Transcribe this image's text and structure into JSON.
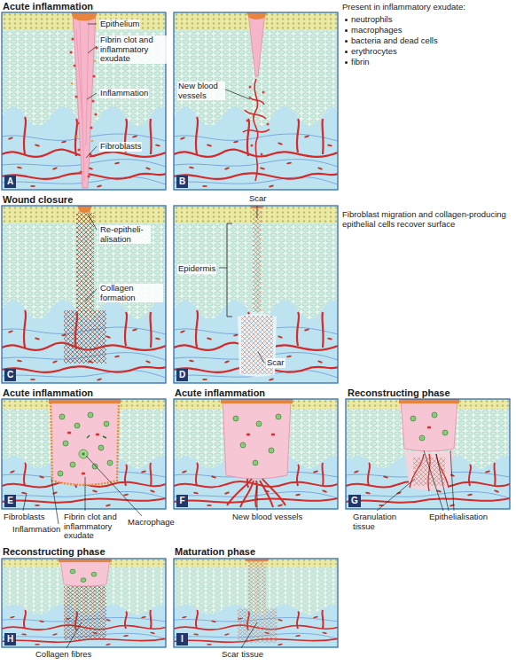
{
  "diagram": {
    "nodes": [
      {
        "text": [
          "A"
        ]
      },
      {
        "text": [
          "B"
        ]
      },
      {
        "text": [
          "C"
        ]
      },
      {
        "text": [
          "D"
        ]
      },
      {
        "text": [
          "E"
        ]
      },
      {
        "text": [
          "F"
        ]
      },
      {
        "text": [
          "G"
        ]
      },
      {
        "text": [
          "H"
        ]
      },
      {
        "text": [
          "I"
        ]
      }
    ],
    "labels": [
      "Acute inflammation",
      "Epithelium",
      "Fibrin clot and inflammatory exudate",
      "Inflammation",
      "Fibroblasts",
      "New blood vessels",
      "Present in inflammatory exudate:",
      "neutrophils",
      "macrophages",
      "bacteria and dead cells",
      "erythrocytes",
      "fibrin",
      "Wound closure",
      "Re-epitheli-alisation",
      "Collagen formation",
      "Epidermis",
      "Scar",
      "Scar",
      "Fibroblast migration and collagen-producing epithelial cells recover surface",
      "Acute inflammation",
      "Acute inflammation",
      "Reconstructing phase",
      "Fibroblasts",
      "Fibrin clot and inflammatory exudate",
      "Macrophage",
      "Inflammation",
      "New blood vessels",
      "Granulation tissue",
      "Epithelialisation",
      "Reconstructing phase",
      "Maturation phase",
      "Collagen fibres",
      "Scar tissue"
    ]
  }
}
